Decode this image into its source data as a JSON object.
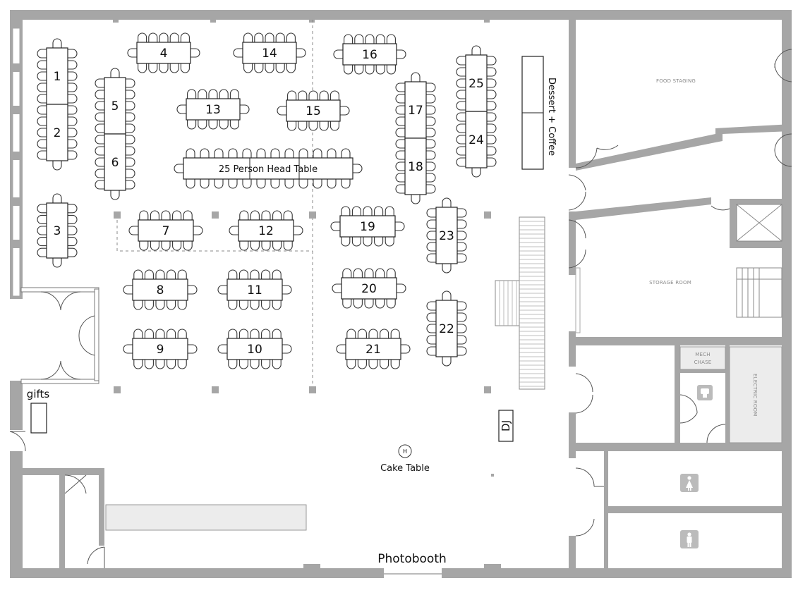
{
  "tables": [
    {
      "id": "1",
      "label": "1"
    },
    {
      "id": "2",
      "label": "2"
    },
    {
      "id": "3",
      "label": "3"
    },
    {
      "id": "4",
      "label": "4"
    },
    {
      "id": "5",
      "label": "5"
    },
    {
      "id": "6",
      "label": "6"
    },
    {
      "id": "7",
      "label": "7"
    },
    {
      "id": "8",
      "label": "8"
    },
    {
      "id": "9",
      "label": "9"
    },
    {
      "id": "10",
      "label": "10"
    },
    {
      "id": "11",
      "label": "11"
    },
    {
      "id": "12",
      "label": "12"
    },
    {
      "id": "13",
      "label": "13"
    },
    {
      "id": "14",
      "label": "14"
    },
    {
      "id": "15",
      "label": "15"
    },
    {
      "id": "16",
      "label": "16"
    },
    {
      "id": "17",
      "label": "17"
    },
    {
      "id": "18",
      "label": "18"
    },
    {
      "id": "19",
      "label": "19"
    },
    {
      "id": "20",
      "label": "20"
    },
    {
      "id": "21",
      "label": "21"
    },
    {
      "id": "22",
      "label": "22"
    },
    {
      "id": "23",
      "label": "23"
    },
    {
      "id": "24",
      "label": "24"
    },
    {
      "id": "25",
      "label": "25"
    }
  ],
  "head_table": {
    "label": "25 Person Head Table"
  },
  "stations": {
    "dessert": "Dessert + Coffee",
    "dj": "DJ",
    "cake": "Cake Table",
    "cake_marker": "H",
    "photobooth": "Photobooth",
    "gifts": "gifts"
  },
  "rooms": {
    "food_staging": "FOOD STAGING",
    "storage": "STORAGE ROOM",
    "mech_line1": "MECH",
    "mech_line2": "CHASE",
    "electric": "ELECTRIC ROOM"
  },
  "restroom_icons": [
    "restroom-icon",
    "women-restroom-icon",
    "men-restroom-icon"
  ],
  "colors": {
    "wall": "#a6a6a6",
    "fill_light": "#ececec",
    "ink": "#222222"
  }
}
